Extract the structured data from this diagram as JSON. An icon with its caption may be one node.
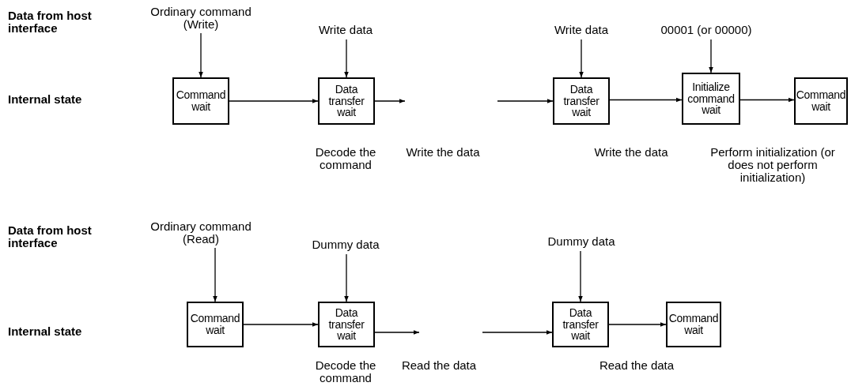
{
  "diagram": {
    "nodes": [
      {
        "text": [
          "Ordinary command (Write)"
        ]
      },
      {
        "text": [
          "Write data"
        ]
      },
      {
        "text": [
          "Write data"
        ]
      },
      {
        "text": [
          "00001 (or 00000)"
        ]
      },
      {
        "text": [
          "Command wait"
        ]
      },
      {
        "text": [
          "Data transfer wait"
        ]
      },
      {
        "text": [
          "Data transfer wait"
        ]
      },
      {
        "text": [
          "Initialize command wait"
        ]
      },
      {
        "text": [
          "Command wait"
        ]
      },
      {
        "text": [
          "Ordinary command (Read)"
        ]
      },
      {
        "text": [
          "Dummy data"
        ]
      },
      {
        "text": [
          "Dummy data"
        ]
      },
      {
        "text": [
          "Command wait"
        ]
      },
      {
        "text": [
          "Data transfer wait"
        ]
      },
      {
        "text": [
          "Data transfer wait"
        ]
      },
      {
        "text": [
          "Command wait"
        ]
      }
    ],
    "edges": [
      {
        "from": 0,
        "to": 4,
        "arrow": "to"
      },
      {
        "from": 1,
        "to": 5,
        "arrow": "to"
      },
      {
        "from": 2,
        "to": 6,
        "arrow": "to"
      },
      {
        "from": 3,
        "to": 7,
        "arrow": "to"
      },
      {
        "from": 4,
        "to": 5,
        "arrow": "to"
      },
      {
        "from": 5,
        "to": null,
        "arrow": "to"
      },
      {
        "from": null,
        "to": 6,
        "arrow": "to"
      },
      {
        "from": 6,
        "to": 7,
        "arrow": "to"
      },
      {
        "from": 7,
        "to": 8,
        "arrow": "to"
      },
      {
        "from": 9,
        "to": 12,
        "arrow": "to"
      },
      {
        "from": 10,
        "to": 13,
        "arrow": "to"
      },
      {
        "from": 11,
        "to": 14,
        "arrow": "to"
      },
      {
        "from": 12,
        "to": 13,
        "arrow": "to"
      },
      {
        "from": 13,
        "to": null,
        "arrow": "to"
      },
      {
        "from": null,
        "to": 14,
        "arrow": "to"
      },
      {
        "from": 14,
        "to": 15,
        "arrow": "to"
      }
    ],
    "labels": [
      "Data from host interface",
      "Internal state",
      "Decode the command",
      "Write the data",
      "Write the data",
      "Perform initialization (or does not perform initialization)",
      "Data from host interface",
      "Internal state",
      "Decode the command",
      "Read the data",
      "Read the data"
    ]
  }
}
